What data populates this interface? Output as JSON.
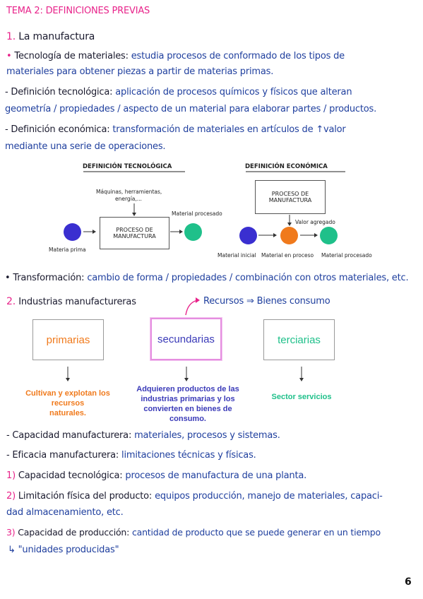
{
  "heading": "TEMA 2: DEFINICIONES PREVIAS",
  "section1": {
    "number": "1.",
    "title": "La manufactura"
  },
  "tecnologia": {
    "bullet": "•",
    "label": "Tecnología de materiales:",
    "text1": "estudia procesos de conformado de los tipos de",
    "text2": "materiales para obtener piezas a partir de materias primas."
  },
  "def_tec": {
    "label": "- Definición tecnológica:",
    "text1": "aplicación de procesos químicos y físicos que alteran",
    "text2": "geometría / propiedades / aspecto de un material para elaborar partes / productos."
  },
  "def_eco": {
    "label": "- Definición económica:",
    "text1": "transformación de materiales en artículos de ↑valor",
    "text2": "mediante una serie de operaciones."
  },
  "diagram_left": {
    "title": "DEFINICIÓN TECNOLÓGICA",
    "inputs": "Máquinas, herramientas,",
    "inputs2": "energía,...",
    "box": "PROCESO DE",
    "box2": "MANUFACTURA",
    "output": "Material procesado",
    "input_label": "Materia prima",
    "colors": {
      "input": "#3a2fd0",
      "output": "#1fc08a"
    }
  },
  "diagram_right": {
    "title": "DEFINICIÓN ECONÓMICA",
    "box": "PROCESO DE",
    "box2": "MANUFACTURA",
    "value_label": "Valor agregado",
    "label_initial": "Material inicial",
    "label_process": "Material en proceso",
    "label_final": "Material procesado",
    "colors": {
      "initial": "#3a2fd0",
      "process": "#f07a1c",
      "final": "#1fc08a"
    }
  },
  "transformacion": {
    "label": "• Transformación:",
    "text": "cambio de forma / propiedades / combinación con otros materiales, etc."
  },
  "section2": {
    "number": "2.",
    "title": "Industrias manufactureras",
    "arrow_text": "Recursos ⇒ Bienes consumo"
  },
  "industries": [
    {
      "name": "primarias",
      "desc1": "Cultivan y explotan los recursos",
      "desc2": "naturales.",
      "desc3": "",
      "color": "#f07a1c"
    },
    {
      "name": "secundarias",
      "desc1": "Adquieren productos de las",
      "desc2": "industrias primarias y los",
      "desc3": "convierten en bienes de consumo.",
      "color": "#3a3ab8"
    },
    {
      "name": "terciarias",
      "desc1": "Sector servicios",
      "desc2": "",
      "desc3": "",
      "color": "#1fc08a"
    }
  ],
  "capacidad": {
    "label": "- Capacidad manufacturera:",
    "text": "materiales, procesos y sistemas."
  },
  "eficacia": {
    "label": "- Eficacia manufacturera:",
    "text": "limitaciones técnicas y físicas."
  },
  "item1": {
    "num": "1)",
    "label": "Capacidad tecnológica:",
    "text": "procesos de manufactura de una planta."
  },
  "item2": {
    "num": "2)",
    "label": "Limitación física del producto:",
    "text1": "equipos producción, manejo de materiales, capaci-",
    "text2": "dad almacenamiento, etc."
  },
  "item3": {
    "num": "3)",
    "label": "Capacidad de producción:",
    "text1": "cantidad de producto que se puede generar en un tiempo",
    "text2": "↳ \"unidades producidas\""
  },
  "page_number": "6"
}
